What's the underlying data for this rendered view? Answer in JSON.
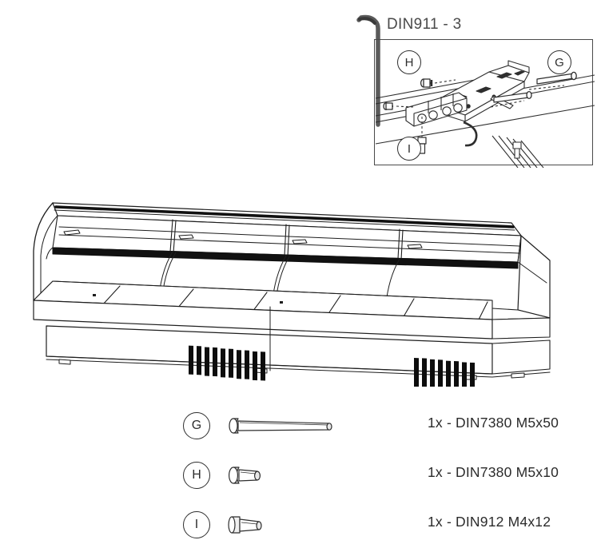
{
  "detail": {
    "title": "DIN911 - 3",
    "tool_icon": "hex-key-icon",
    "callouts": [
      {
        "id": "H",
        "label": "H"
      },
      {
        "id": "G",
        "label": "G"
      },
      {
        "id": "I",
        "label": "I"
      }
    ]
  },
  "product": {
    "name": "refrigerated-serve-over-display-counter",
    "sections": 4,
    "vents": 2
  },
  "parts": [
    {
      "badge": "G",
      "icon": "button-head-screw-long",
      "label": "1x - DIN7380 M5x50"
    },
    {
      "badge": "H",
      "icon": "button-head-screw-short",
      "label": "1x - DIN7380 M5x10"
    },
    {
      "badge": "I",
      "icon": "socket-head-cap-screw",
      "label": "1x - DIN912 M4x12"
    }
  ],
  "colors": {
    "line": "#2e2e2e",
    "text": "#3c3c3c",
    "frame": "#4a4a4a",
    "background": "#ffffff"
  }
}
